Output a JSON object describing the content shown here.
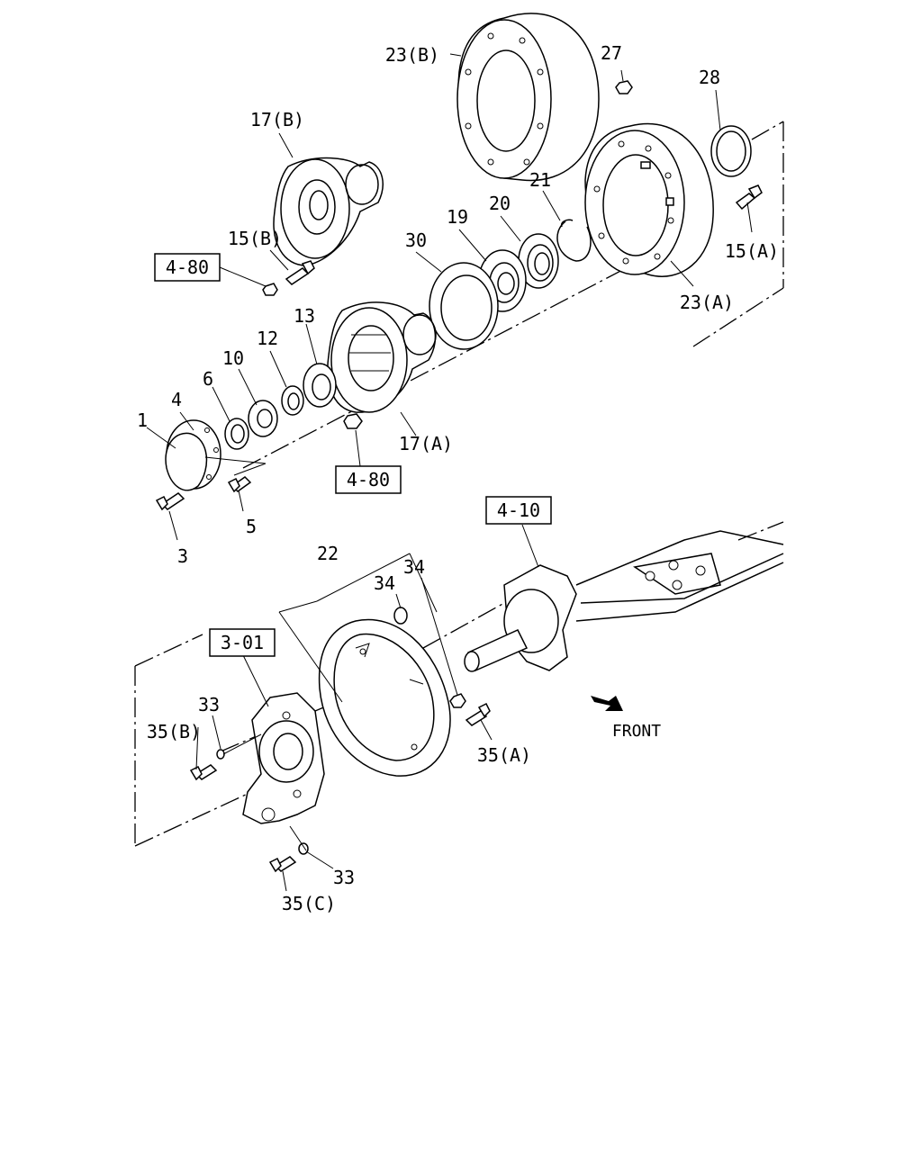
{
  "callouts": {
    "p1": "1",
    "p3": "3",
    "p4": "4",
    "p5": "5",
    "p6": "6",
    "p10": "10",
    "p12": "12",
    "p13": "13",
    "p15a": "15(A)",
    "p15b": "15(B)",
    "p17a": "17(A)",
    "p17b": "17(B)",
    "p19": "19",
    "p20": "20",
    "p21": "21",
    "p22": "22",
    "p23a": "23(A)",
    "p23b": "23(B)",
    "p27": "27",
    "p28": "28",
    "p30": "30",
    "p33a": "33",
    "p33b": "33",
    "p34a": "34",
    "p34b": "34",
    "p35a": "35(A)",
    "p35b": "35(B)",
    "p35c": "35(C)"
  },
  "references": {
    "ref_480_a": "4-80",
    "ref_480_b": "4-80",
    "ref_410": "4-10",
    "ref_301": "3-01"
  },
  "direction_label": "FRONT"
}
